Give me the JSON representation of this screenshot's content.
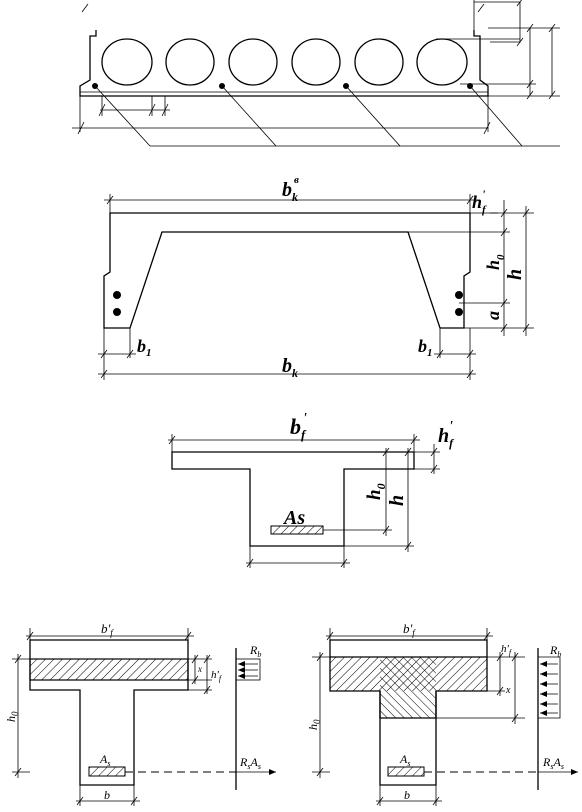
{
  "fig2": {
    "b_top": "b",
    "b_top_sub": "k",
    "b_top_sup": "в",
    "hf": "h",
    "hf_sub": "f",
    "hf_sup": "'",
    "h0": "h",
    "h0_sub": "0",
    "h": "h",
    "a": "a",
    "b1_left": "b",
    "b1_left_sub": "1",
    "b1_right": "b",
    "b1_right_sub": "1",
    "bk": "b",
    "bk_sub": "k"
  },
  "fig3": {
    "bf": "b",
    "bf_sub": "f",
    "bf_sup": "'",
    "hf": "h",
    "hf_sub": "f",
    "hf_sup": "'",
    "h0": "h",
    "h0_sub": "0",
    "h": "h",
    "as": "As"
  },
  "fig4": {
    "bf": "b'",
    "bf_sub": "f",
    "x": "x",
    "hf": "h'",
    "hf_sub": "f",
    "h0": "h",
    "h0_sub": "0",
    "as": "A",
    "as_sub": "s",
    "b": "b",
    "rb": "R",
    "rb_sub": "b",
    "rsas": "R",
    "rsas_sub1": "s",
    "rsas_mid": "A",
    "rsas_sub2": "s"
  },
  "fig5": {
    "bf": "b'",
    "bf_sub": "f",
    "x": "x",
    "hf": "h'",
    "hf_sub": "f",
    "h0": "h",
    "h0_sub": "0",
    "as": "A",
    "as_sub": "s",
    "b": "b",
    "rb": "R",
    "rb_sub": "b",
    "rsas": "R",
    "rsas_sub1": "s",
    "rsas_mid": "A",
    "rsas_sub2": "s"
  }
}
